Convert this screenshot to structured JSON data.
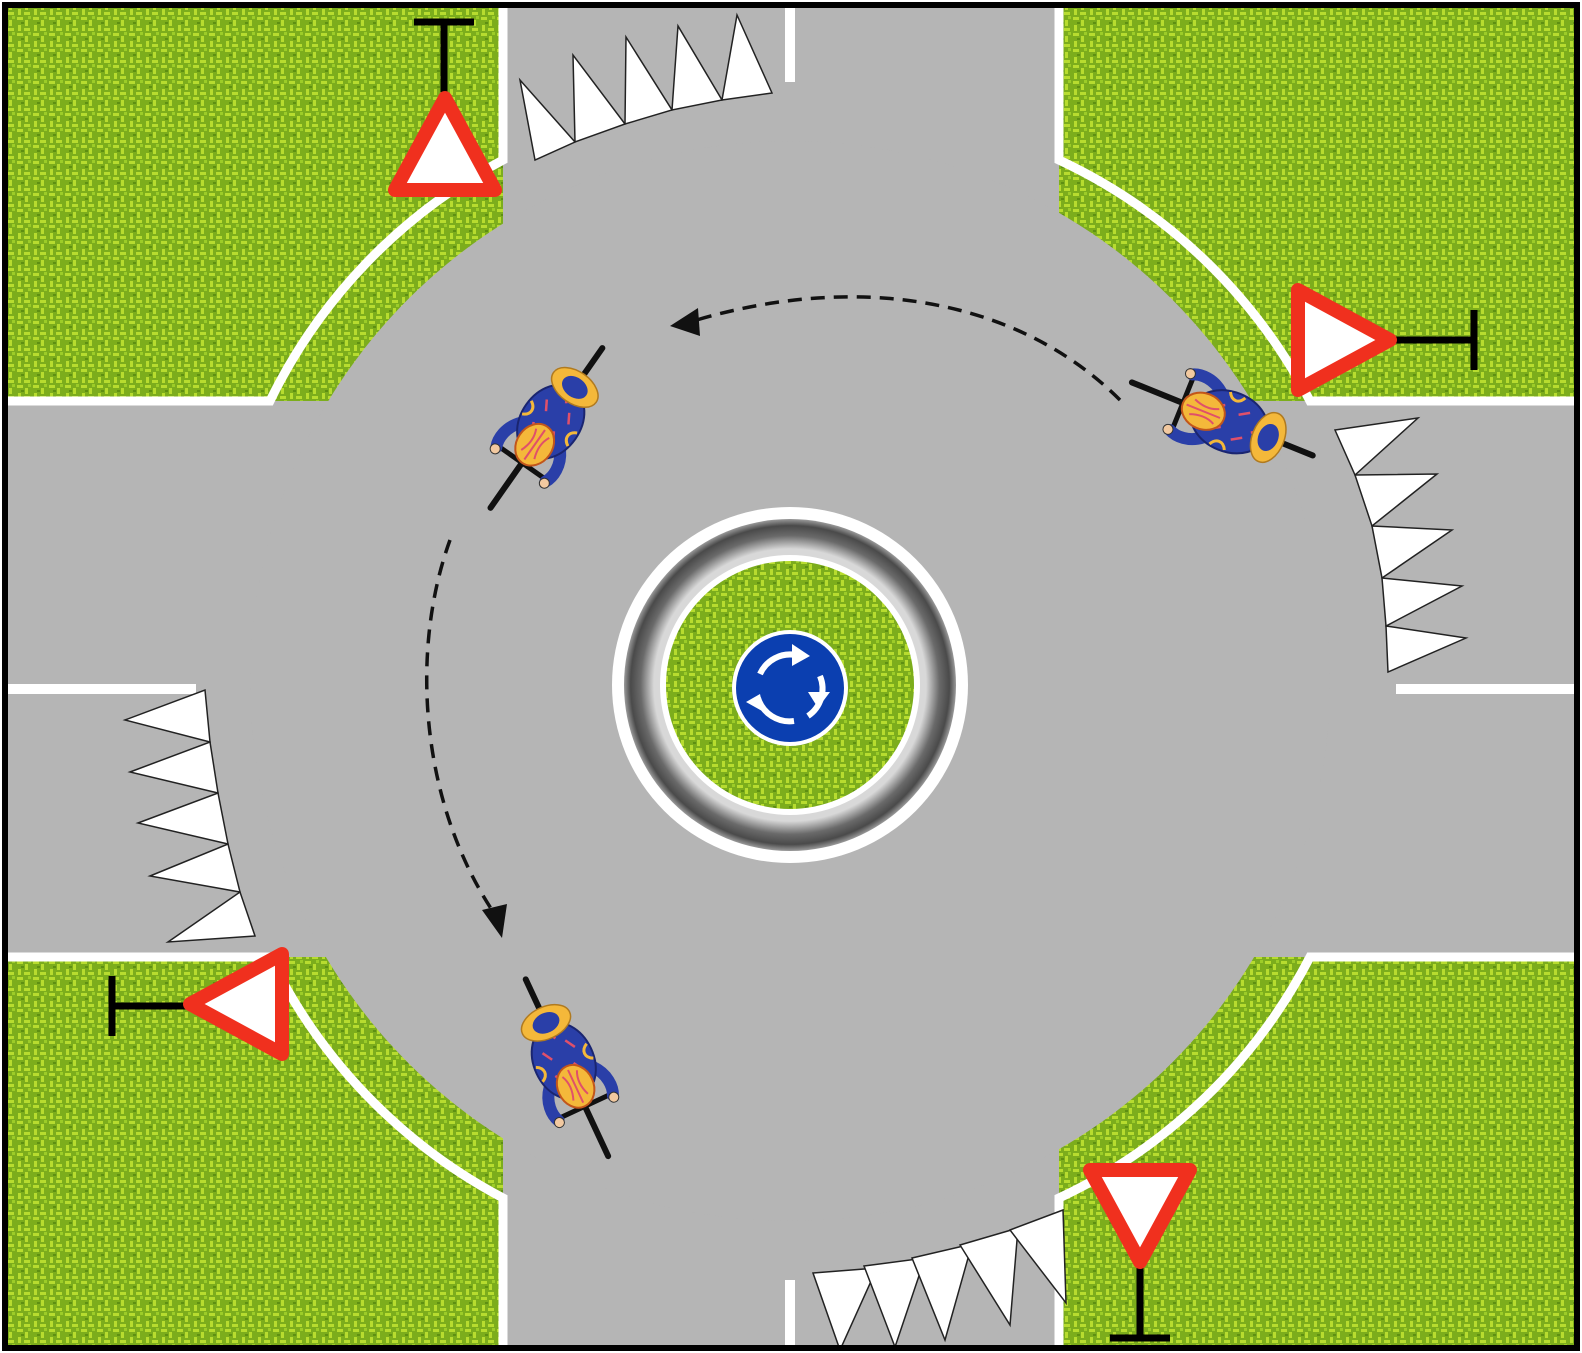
{
  "diagram": {
    "kind": "roundabout-cyclist-path",
    "colors": {
      "grass": "#7cad1c",
      "grass_pattern": "#b7dc2f",
      "road": "#b5b5b5",
      "marking": "#ffffff",
      "border": "#000000",
      "sign_red": "#f0301e",
      "roundabout_sign_blue": "#0b3fb0",
      "jersey_blue": "#2a3fa8",
      "helmet_yellow": "#f4b83a",
      "arrow": "#111111"
    },
    "icons": {
      "yield_sign": "yield-sign-icon",
      "roundabout_sign": "roundabout-sign-icon",
      "cyclist": "cyclist-icon",
      "shark_teeth": "shark-teeth-marking"
    },
    "cyclists": [
      {
        "id": "cyclist-entering-east",
        "heading": "west"
      },
      {
        "id": "cyclist-circulating-northwest",
        "heading": "south-west"
      },
      {
        "id": "cyclist-exiting-south",
        "heading": "south"
      }
    ],
    "path": {
      "style": "dashed",
      "direction": "counter-clockwise"
    }
  }
}
